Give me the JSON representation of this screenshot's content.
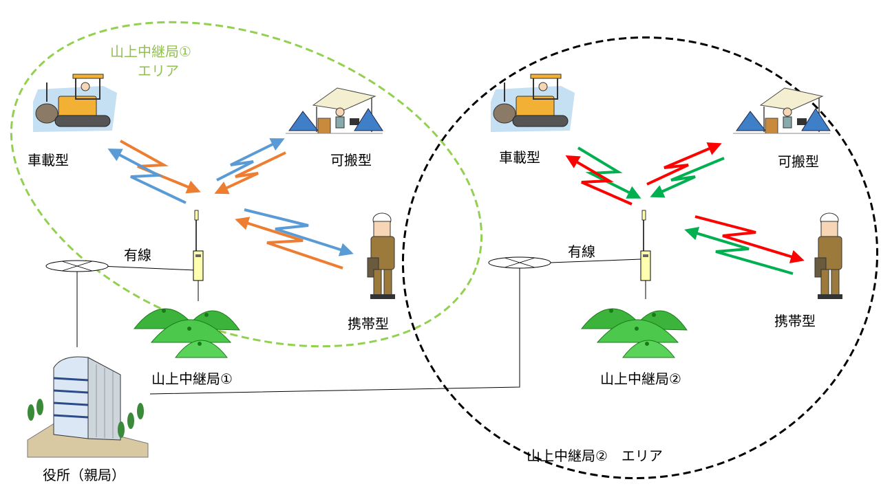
{
  "areas": {
    "area1": {
      "title_line1": "山上中継局①",
      "title_line2": "エリア",
      "color": "#92d050"
    },
    "area2": {
      "title": "山上中継局②　エリア",
      "color": "#000000"
    }
  },
  "relay1": {
    "name": "山上中継局①",
    "wired_label": "有線",
    "devices": {
      "vehicle": "車載型",
      "portable": "可搬型",
      "handheld": "携帯型"
    }
  },
  "relay2": {
    "name": "山上中継局②",
    "wired_label": "有線",
    "devices": {
      "vehicle": "車載型",
      "portable": "可搬型",
      "handheld": "携帯型"
    }
  },
  "office": {
    "label": "役所（親局）"
  },
  "colors": {
    "orange": "#ed7d31",
    "blue": "#5b9bd5",
    "red": "#ff0000",
    "green": "#00b050",
    "mountain": "#3cb43c",
    "radio": "#ffffb0"
  }
}
